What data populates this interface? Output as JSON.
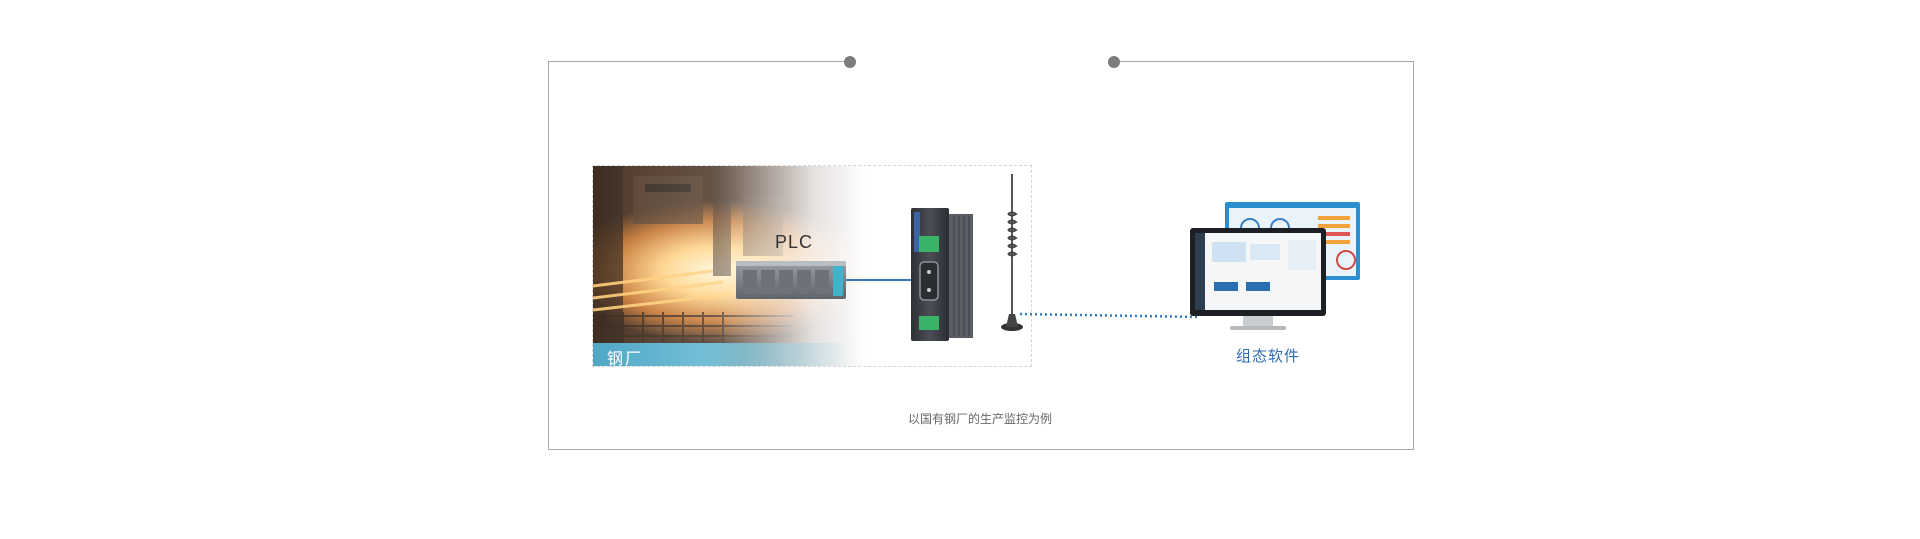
{
  "diagram": {
    "scene_label": "钢厂",
    "device_label": "PLC",
    "software_label": "组态软件",
    "caption": "以国有钢厂的生产监控为例"
  },
  "colors": {
    "frame": "#a9a9a9",
    "dot": "#7c7c7c",
    "link_line": "#2f7bbd",
    "software_text": "#2f6db3",
    "caption_band": "#4fa8c6"
  }
}
